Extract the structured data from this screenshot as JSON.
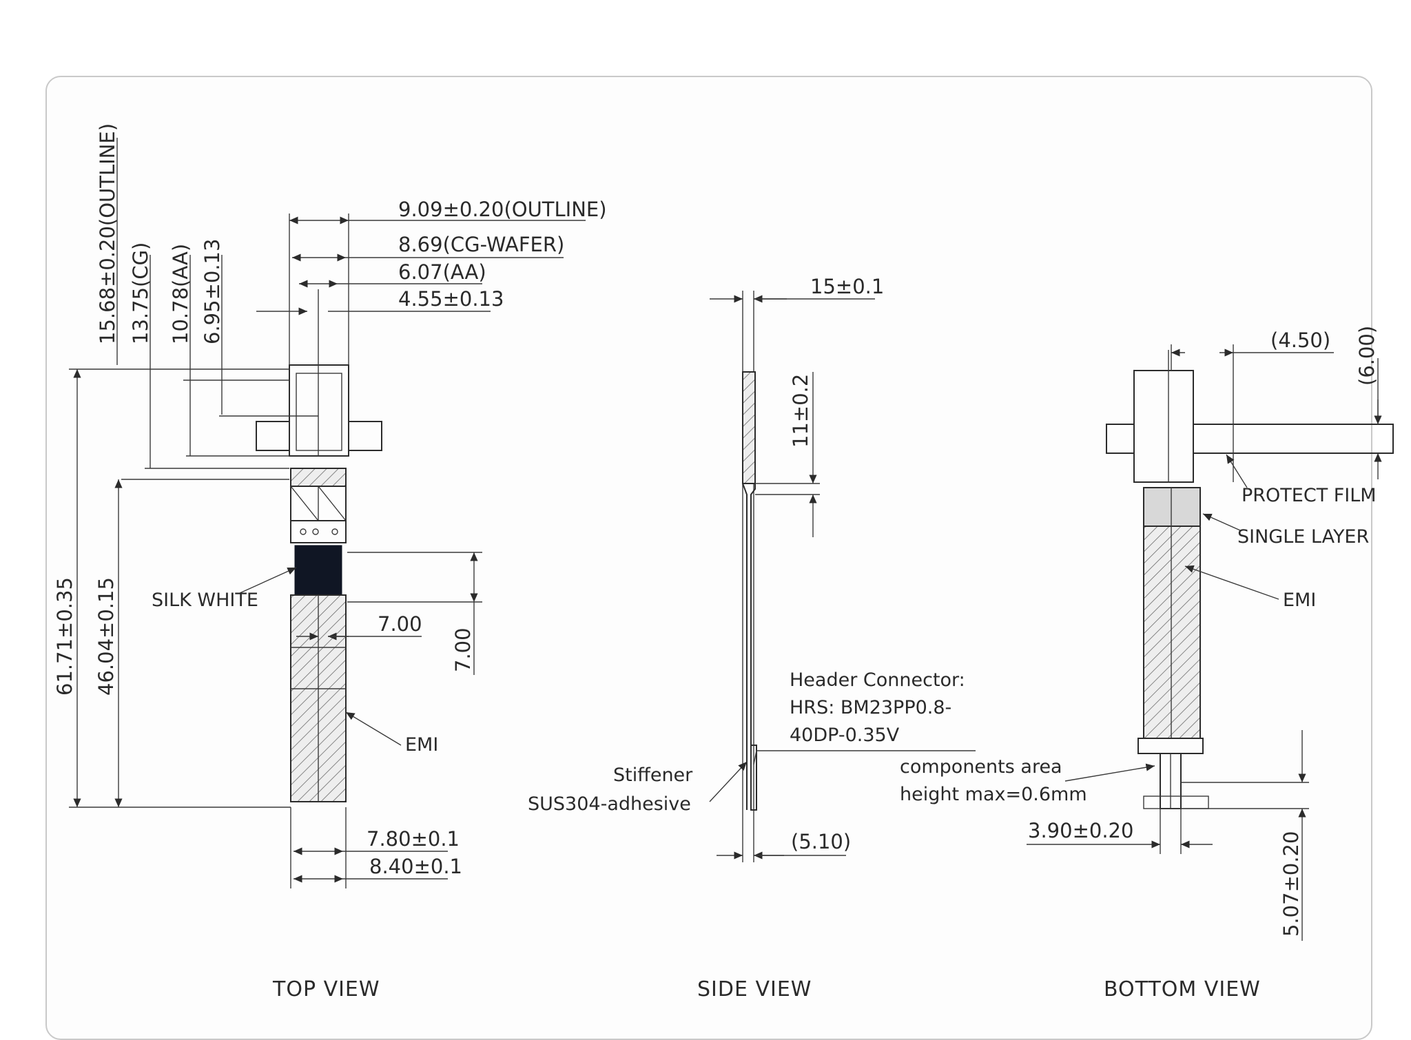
{
  "top_view": {
    "title": "TOP VIEW",
    "dim_outline_width": "9.09±0.20(OUTLINE)",
    "dim_cg_wafer": "8.69(CG-WAFER)",
    "dim_aa": "6.07(AA)",
    "dim_455": "4.55±0.13",
    "dim_outline_height": "15.68±0.20(OUTLINE)",
    "dim_cg": "13.75(CG)",
    "dim_aa_h": "10.78(AA)",
    "dim_695": "6.95±0.13",
    "dim_total": "61.71±0.35",
    "dim_4604": "46.04±0.15",
    "dim_700_h": "7.00",
    "dim_700_v": "7.00",
    "dim_780": "7.80±0.1",
    "dim_840": "8.40±0.1",
    "label_silk": "SILK WHITE",
    "label_emi": "EMI"
  },
  "side_view": {
    "title": "SIDE VIEW",
    "dim_thickness": "15±0.1",
    "dim_11": "11±0.2",
    "dim_510": "(5.10)",
    "label_header_1": "Header Connector:",
    "label_header_2": "HRS: BM23PP0.8-",
    "label_header_3": "40DP-0.35V",
    "label_stiffener_1": "Stiffener",
    "label_stiffener_2": "SUS304-adhesive"
  },
  "bottom_view": {
    "title": "BOTTOM VIEW",
    "dim_450": "(4.50)",
    "dim_600": "(6.00)",
    "label_protect": "PROTECT FILM",
    "label_single": "SINGLE LAYER",
    "label_emi": "EMI",
    "label_comp_1": "components area",
    "label_comp_2": "height max=0.6mm",
    "dim_390": "3.90±0.20",
    "dim_507": "5.07±0.20"
  }
}
